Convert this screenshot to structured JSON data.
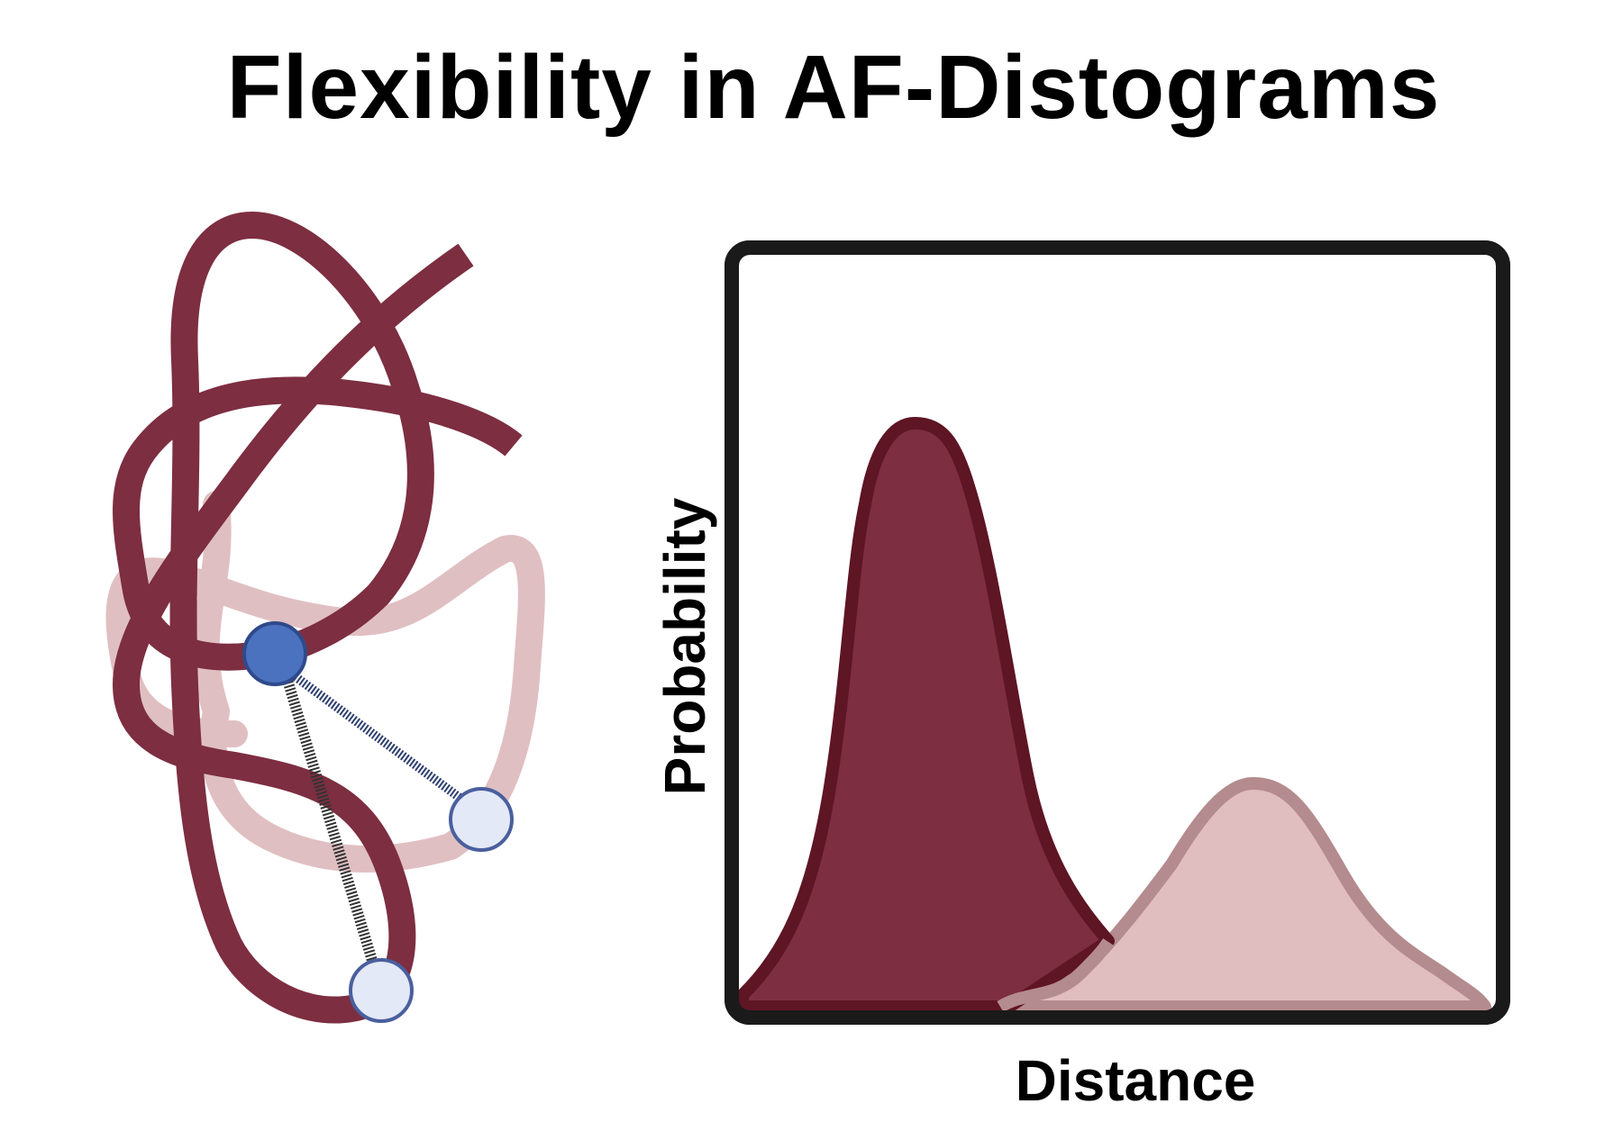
{
  "title": "Flexibility in AF-Distograms",
  "chart": {
    "ylabel": "Probability",
    "xlabel": "Distance"
  },
  "colors": {
    "chain_dark": "#7d2e41",
    "chain_light": "#e0bfc2",
    "peak_dark_fill": "#7d2e41",
    "peak_dark_stroke": "#5e1524",
    "peak_light_fill": "#e0bdbf",
    "peak_light_stroke": "#b48b8e",
    "anchor_residue": "#4a72bf",
    "partner_residue": "#e4e9f7",
    "residue_outline": "#2f4a8a",
    "frame": "#1a1a1a"
  }
}
